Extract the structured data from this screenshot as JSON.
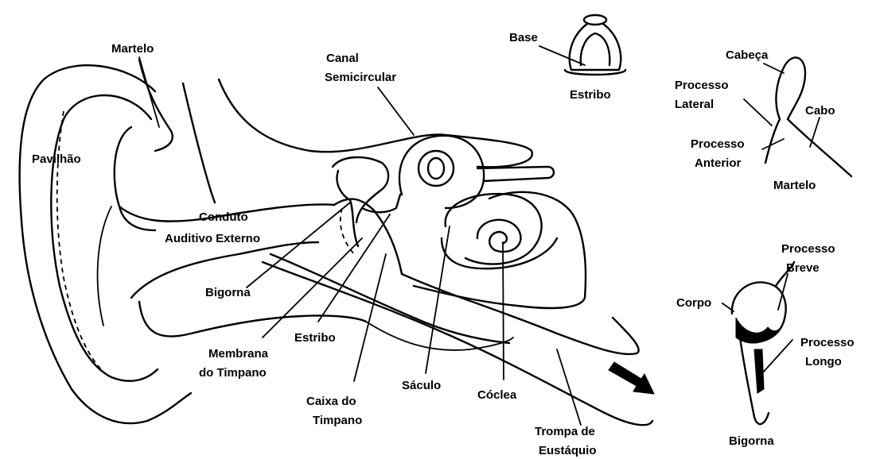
{
  "labels": {
    "martelo_top": "Martelo",
    "pavilhao": "Pavilhão",
    "conduto_1": "Conduto",
    "conduto_2": "Auditivo Externo",
    "bigorna_main": "Bigorna",
    "membrana_1": "Membrana",
    "membrana_2": "do Timpano",
    "estribo_main": "Estribo",
    "caixa_1": "Caixa do",
    "caixa_2": "Timpano",
    "saculo": "Sáculo",
    "coclea": "Cóclea",
    "trompa_1": "Trompa de",
    "trompa_2": "Eustáquio",
    "canal_1": "Canal",
    "canal_2": "Semicircular"
  },
  "stapes_detail": {
    "base": "Base",
    "name": "Estribo"
  },
  "malleus_detail": {
    "cabeca": "Cabeça",
    "proc_lateral_1": "Processo",
    "proc_lateral_2": "Lateral",
    "cabo": "Cabo",
    "proc_anterior_1": "Processo",
    "proc_anterior_2": "Anterior",
    "name": "Martelo"
  },
  "incus_detail": {
    "proc_breve_1": "Processo",
    "proc_breve_2": "Breve",
    "corpo": "Corpo",
    "proc_longo_1": "Processo",
    "proc_longo_2": "Longo",
    "name": "Bigorna"
  }
}
